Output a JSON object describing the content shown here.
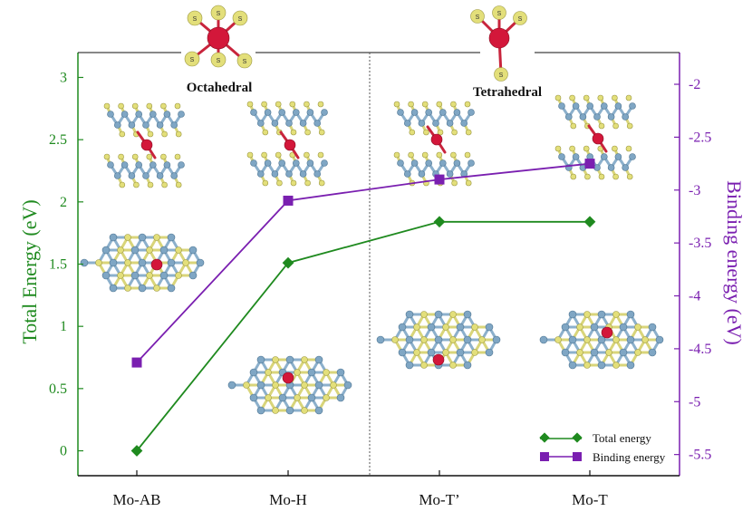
{
  "chart_data": {
    "type": "line",
    "categories": [
      "Mo-AB",
      "Mo-H",
      "Mo-T’",
      "Mo-T"
    ],
    "series": [
      {
        "name": "Total energy",
        "axis": "left",
        "color": "#1f8a1f",
        "marker": "diamond",
        "values": [
          0.0,
          1.51,
          1.84,
          1.84
        ]
      },
      {
        "name": "Binding energy",
        "axis": "right",
        "color": "#7a1fb0",
        "marker": "square",
        "values": [
          -4.63,
          -3.1,
          -2.9,
          -2.75
        ]
      }
    ],
    "ylabel_left": "Total Energy (eV)",
    "ylabel_right": "Binding energy (eV)",
    "ylim_left": [
      -0.2,
      3.2
    ],
    "yticks_left": [
      0,
      0.5,
      1,
      1.5,
      2,
      2.5,
      3
    ],
    "ytick_labels_left": [
      "0",
      "0.5",
      "1",
      "1.5",
      "2",
      "2.5",
      "3"
    ],
    "ylim_right": [
      -5.7,
      -1.7
    ],
    "yticks_right": [
      -5.5,
      -5,
      -4.5,
      -4,
      -3.5,
      -3,
      -2.5,
      -2
    ],
    "ytick_labels_right": [
      "-5.5",
      "-5",
      "-4.5",
      "-4",
      "-3.5",
      "-3",
      "-2.5",
      "-2"
    ],
    "annotations": [
      "Octahedral",
      "Tetrahedral"
    ],
    "legend_position": "bottom-right",
    "atom_label": "S"
  }
}
